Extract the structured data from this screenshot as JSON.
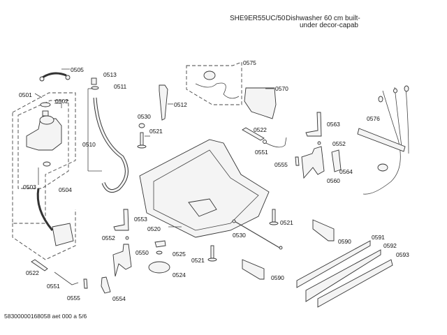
{
  "header": {
    "model": "SHE9ER55UC/50",
    "description_line1": "Dishwasher 60 cm built-",
    "description_line2": "under decor-capab"
  },
  "footer": {
    "doc_ref": "58300000168058 aet 000 a 5/6"
  },
  "parts": [
    {
      "id": "p0505",
      "label": "0505"
    },
    {
      "id": "p0513",
      "label": "0513"
    },
    {
      "id": "p0511",
      "label": "0511"
    },
    {
      "id": "p0501",
      "label": "0501"
    },
    {
      "id": "p0502",
      "label": "0502"
    },
    {
      "id": "p0510",
      "label": "0510"
    },
    {
      "id": "p0503",
      "label": "0503"
    },
    {
      "id": "p0504",
      "label": "0504"
    },
    {
      "id": "p0530a",
      "label": "0530"
    },
    {
      "id": "p0521a",
      "label": "0521"
    },
    {
      "id": "p0512",
      "label": "0512"
    },
    {
      "id": "p0575",
      "label": "0575"
    },
    {
      "id": "p0570",
      "label": "0570"
    },
    {
      "id": "p0522a",
      "label": "0522"
    },
    {
      "id": "p0551a",
      "label": "0551"
    },
    {
      "id": "p0555a",
      "label": "0555"
    },
    {
      "id": "p0563",
      "label": "0563"
    },
    {
      "id": "p0552a",
      "label": "0552"
    },
    {
      "id": "p0564",
      "label": "0564"
    },
    {
      "id": "p0560",
      "label": "0560"
    },
    {
      "id": "p0576",
      "label": "0576"
    },
    {
      "id": "p0553",
      "label": "0553"
    },
    {
      "id": "p0520",
      "label": "0520"
    },
    {
      "id": "p0552b",
      "label": "0552"
    },
    {
      "id": "p0550",
      "label": "0550"
    },
    {
      "id": "p0525",
      "label": "0525"
    },
    {
      "id": "p0524",
      "label": "0524"
    },
    {
      "id": "p0521b",
      "label": "0521"
    },
    {
      "id": "p0521c",
      "label": "0521"
    },
    {
      "id": "p0530b",
      "label": "0530"
    },
    {
      "id": "p0590a",
      "label": "0590"
    },
    {
      "id": "p0590b",
      "label": "0590"
    },
    {
      "id": "p0591",
      "label": "0591"
    },
    {
      "id": "p0592",
      "label": "0592"
    },
    {
      "id": "p0593",
      "label": "0593"
    },
    {
      "id": "p0522b",
      "label": "0522"
    },
    {
      "id": "p0551b",
      "label": "0551"
    },
    {
      "id": "p0555b",
      "label": "0555"
    },
    {
      "id": "p0554",
      "label": "0554"
    }
  ]
}
